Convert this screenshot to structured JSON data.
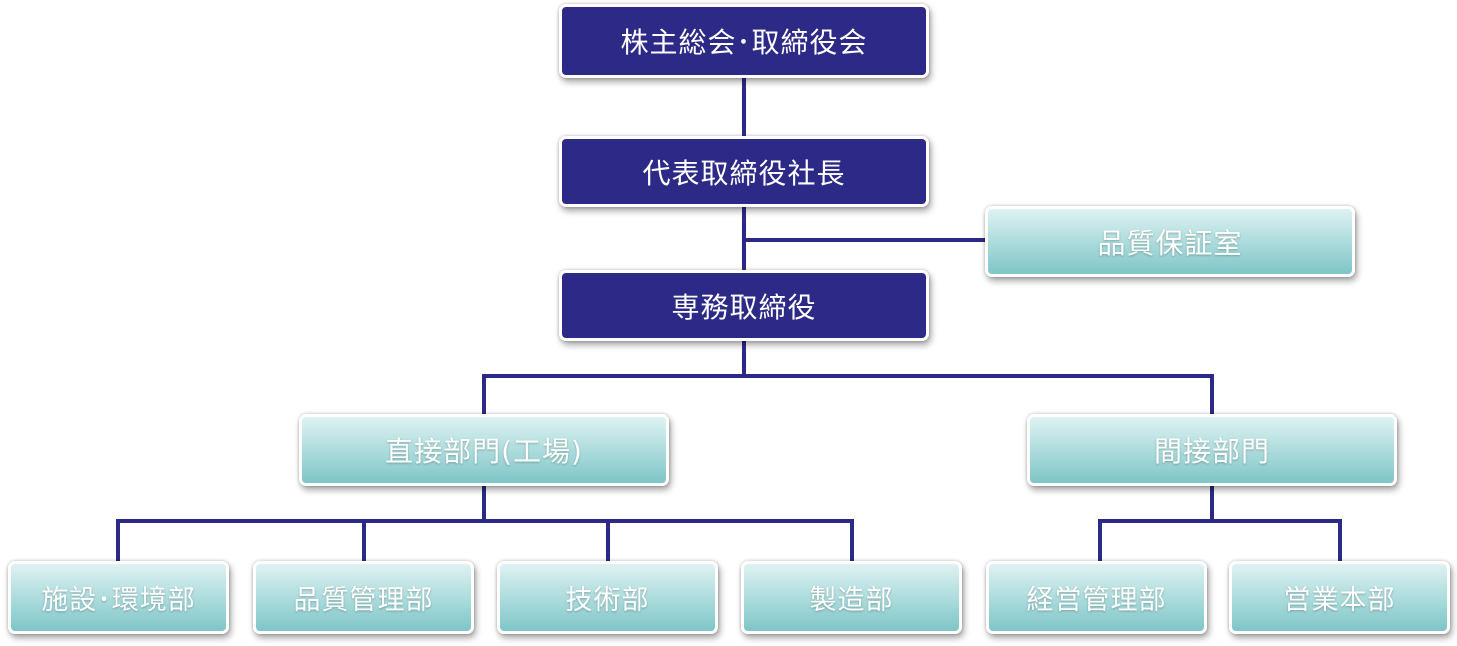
{
  "org_chart": {
    "top": {
      "shareholders_board": "株主総会･取締役会",
      "president": "代表取締役社長",
      "quality_assurance": "品質保証室",
      "managing_director": "専務取締役"
    },
    "divisions": {
      "direct": "直接部門(工場)",
      "indirect": "間接部門"
    },
    "departments": {
      "facilities_env": "施設･環境部",
      "quality_mgmt": "品質管理部",
      "technology": "技術部",
      "manufacturing": "製造部",
      "business_mgmt": "経営管理部",
      "sales": "営業本部"
    },
    "colors": {
      "executive_box": "#2d2a87",
      "department_box": "#a9dadb",
      "connector": "#2d2a87"
    }
  }
}
